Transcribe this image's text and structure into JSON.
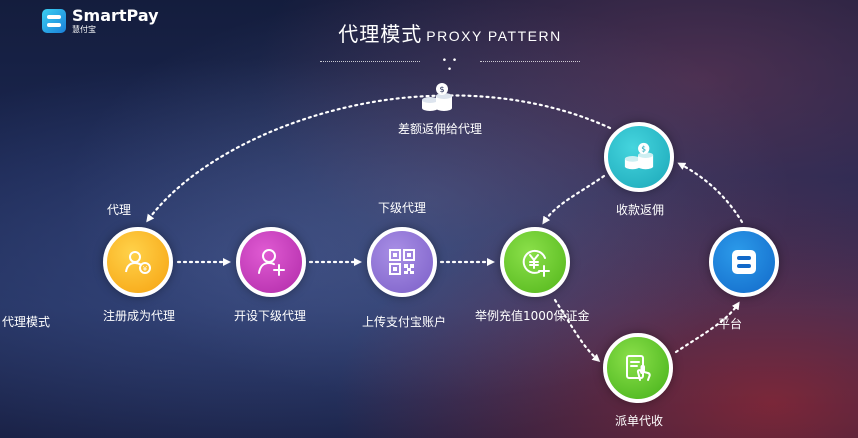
{
  "brand": {
    "name": "SmartPay",
    "subtitle": "慧付宝",
    "logo_icon": "smartpay-logo-icon"
  },
  "title": {
    "zh": "代理模式",
    "en": "PROXY PATTERN",
    "divider_dots": "• • •"
  },
  "side_label": "代理模式",
  "top_flow": {
    "label": "差额返佣给代理",
    "icon": "coin-stack-icon"
  },
  "nodes": {
    "register": {
      "above_label": "代理",
      "label": "注册成为代理",
      "icon": "user-register-icon",
      "color": "#f6a210"
    },
    "open_sub": {
      "label": "开设下级代理",
      "icon": "add-user-icon",
      "color": "#b02aa8"
    },
    "upload": {
      "above_label": "下级代理",
      "label": "上传支付宝账户",
      "icon": "qr-code-icon",
      "color": "#7b5fc7"
    },
    "deposit": {
      "label": "举例充值1000保证金",
      "icon": "yuan-add-icon",
      "color": "#52b51a"
    },
    "collect": {
      "label": "收款返佣",
      "icon": "coin-stack-icon",
      "color": "#1ba7b8"
    },
    "platform": {
      "label": "平台",
      "icon": "smartpay-logo-icon",
      "color": "#1269c9"
    },
    "dispatch": {
      "label": "派单代收",
      "icon": "order-tap-icon",
      "color": "#44b019"
    }
  },
  "colors": {
    "line": "#ffffff",
    "text": "#ffffff"
  }
}
